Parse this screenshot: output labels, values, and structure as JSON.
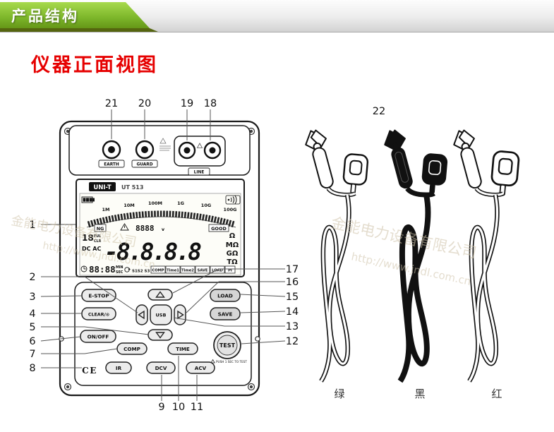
{
  "banner": {
    "label": "产品结构"
  },
  "title": {
    "text": "仪器正面视图"
  },
  "watermark": {
    "company": "金能电力设备有限公司",
    "url": "http://www.jndl.com.cn"
  },
  "callouts": {
    "n1": "1",
    "n2": "2",
    "n3": "3",
    "n4": "4",
    "n5": "5",
    "n6": "6",
    "n7": "7",
    "n8": "8",
    "n9": "9",
    "n10": "10",
    "n11": "11",
    "n12": "12",
    "n13": "13",
    "n14": "14",
    "n15": "15",
    "n16": "16",
    "n17": "17",
    "n18": "18",
    "n19": "19",
    "n20": "20",
    "n21": "21",
    "n22": "22"
  },
  "device": {
    "brand": "UNI-T",
    "model": "UT 513",
    "terminals": {
      "earth": "EARTH",
      "guard": "GUARD",
      "line": "LINE"
    },
    "lcd": {
      "scale": [
        "1M",
        "10M",
        "100M",
        "1G",
        "10G",
        "100G"
      ],
      "ng": "NG",
      "good": "GOOD",
      "sub_value": "8888",
      "sub_unit": "v",
      "mem": "18",
      "ful": "FUL",
      "clr": "CLR",
      "dcac": "DC AC",
      "main_value": "-8.8.8.8",
      "units": [
        "Ω",
        "MΩ",
        "GΩ",
        "TΩ"
      ],
      "timer": "88:88",
      "min": "MIN",
      "sec": "SEC",
      "s123": "S1S2 S3",
      "flags": [
        "COMP",
        "Time1",
        "Time2",
        "SAVE",
        "LOAD",
        "PI"
      ]
    },
    "buttons": {
      "estop": "E-STOP",
      "clear": "CLEAR/⊙",
      "onoff": "ON/OFF",
      "usb": "USB",
      "load": "LOAD",
      "save": "SAVE",
      "comp": "COMP",
      "time": "TIME",
      "ir": "IR",
      "dcv": "DCV",
      "acv": "ACV",
      "test": "TEST",
      "test_hint": "PUSH 1 SEC TO TEST"
    },
    "ce": "CE"
  },
  "leads": {
    "green": "绿",
    "black": "黑",
    "red": "红"
  }
}
